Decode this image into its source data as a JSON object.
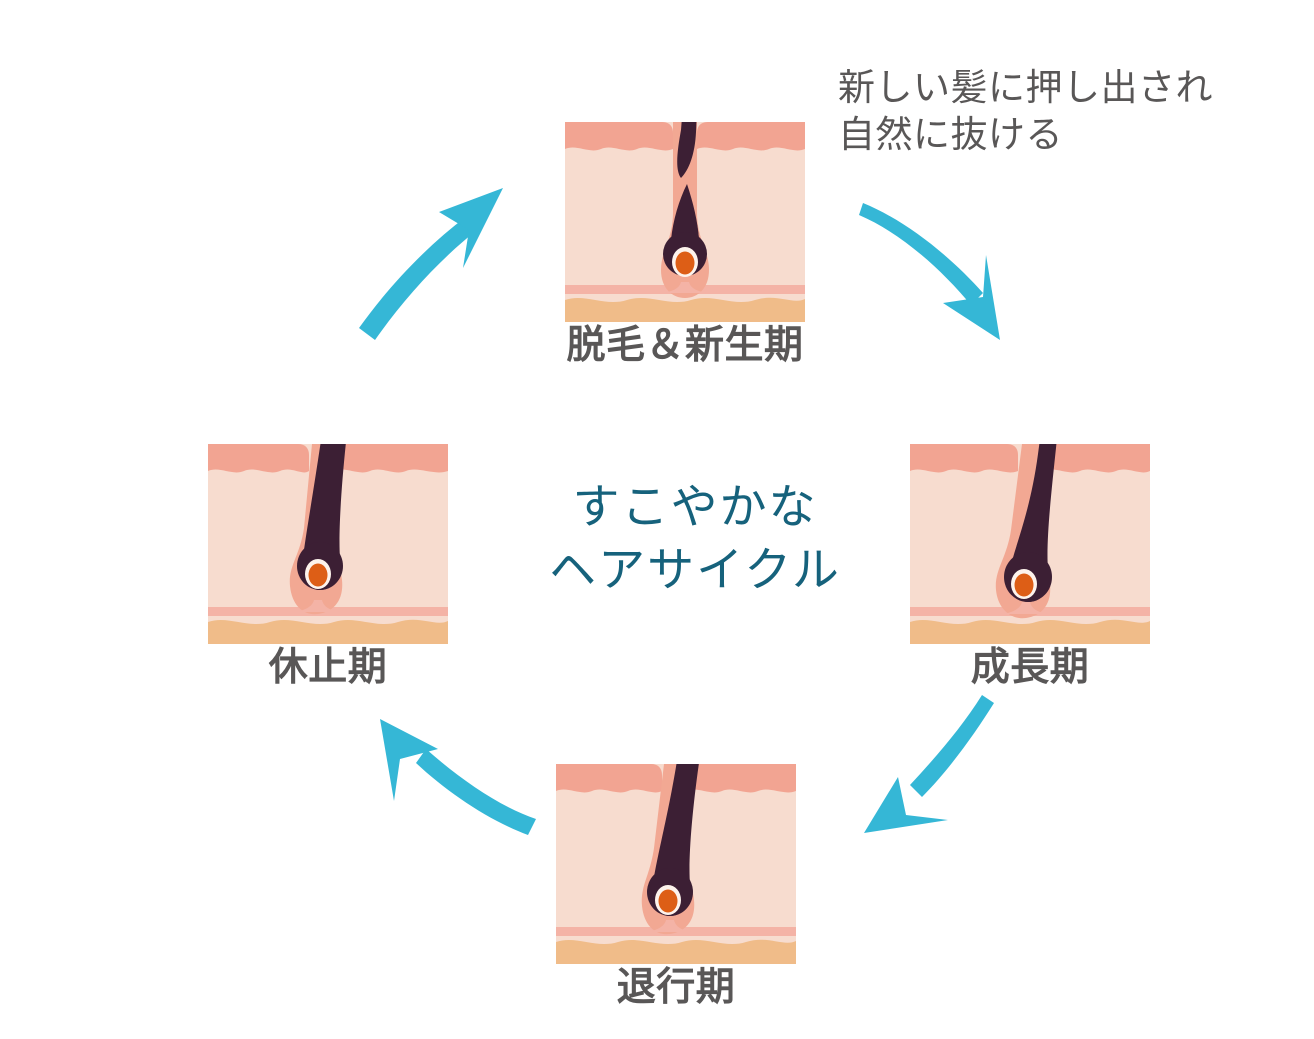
{
  "diagram": {
    "title": "すこやかな\nヘアサイクル",
    "title_line1": "すこやかな",
    "title_line2": "ヘアサイクル",
    "annotation_line1": "新しい髪に押し出され",
    "annotation_line2": "自然に抜ける"
  },
  "stages": [
    {
      "id": "shedding-regrowth",
      "label": "脱毛＆新生期",
      "position": "top"
    },
    {
      "id": "anagen",
      "label": "成長期",
      "position": "right"
    },
    {
      "id": "catagen",
      "label": "退行期",
      "position": "bottom"
    },
    {
      "id": "telogen",
      "label": "休止期",
      "position": "left"
    }
  ],
  "arrows": [
    {
      "id": "arrow-top-to-right",
      "from": "脱毛＆新生期",
      "to": "成長期"
    },
    {
      "id": "arrow-right-to-bottom",
      "from": "成長期",
      "to": "退行期"
    },
    {
      "id": "arrow-bottom-to-left",
      "from": "退行期",
      "to": "休止期"
    },
    {
      "id": "arrow-left-to-top",
      "from": "休止期",
      "to": "脱毛＆新生期"
    }
  ],
  "colors": {
    "arrow": "#35b7d6",
    "title": "#16627c",
    "label": "#595757",
    "epidermis": "#f2a492",
    "dermis": "#f7dccf",
    "subcutis": "#f0bc89",
    "vessel": "#f4b3a6",
    "follicle_sheath": "#f2a893",
    "hair": "#3c1f34",
    "papilla": "#dd5e16"
  }
}
